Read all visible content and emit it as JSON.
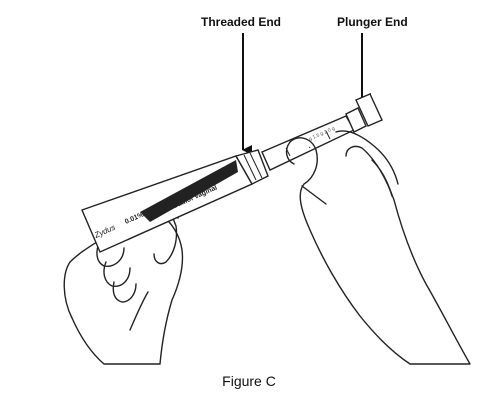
{
  "labels": {
    "threaded_end": "Threaded End",
    "plunger_end": "Plunger End"
  },
  "caption": "Figure C",
  "logo_text": "Zydus",
  "tube_text": {
    "product": "Estradiol Vaginal",
    "strength": "0.01%"
  }
}
